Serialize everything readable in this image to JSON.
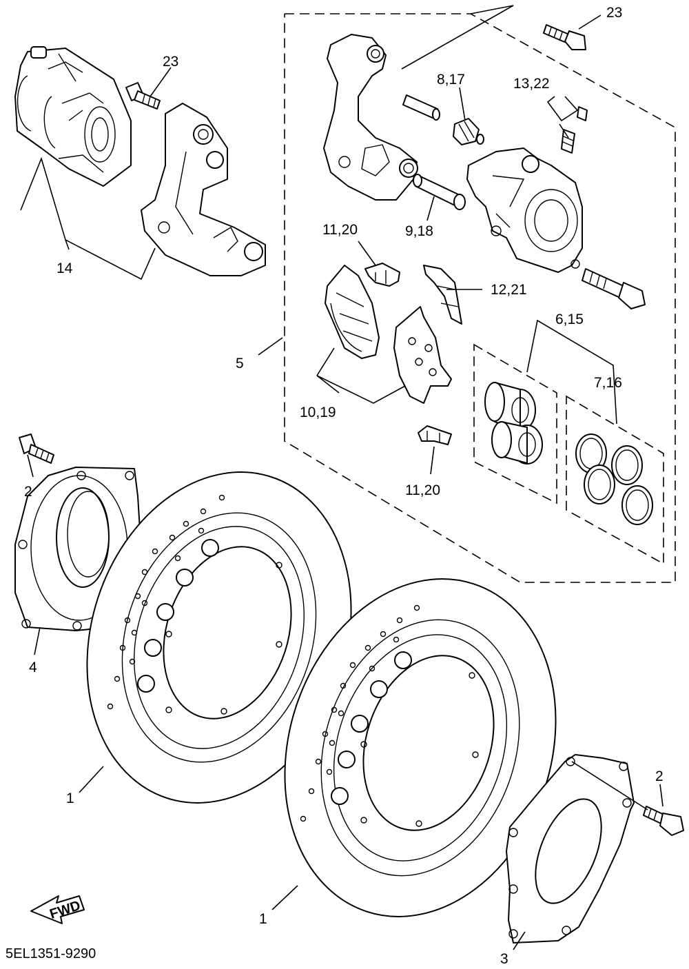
{
  "diagram": {
    "drawing_code": "5EL1351-9290",
    "fwd_label": "FWD",
    "callouts": {
      "disc_left": "1",
      "disc_right": "1",
      "bolt_left": "2",
      "bolt_right": "2",
      "cover_right": "3",
      "cover_left": "4",
      "caliper_kit": "5",
      "piston_kit": "6,15",
      "seal_kit": "7,16",
      "bleed_screw": "8,17",
      "pin": "9,18",
      "pad_kit": "10,19",
      "pad_clip_top": "11,20",
      "pad_clip_bottom": "11,20",
      "pad_spring": "12,21",
      "bleed_cap": "13,22",
      "caliper_assembly": "14",
      "bolt_upper_left": "23",
      "bolt_upper_right": "23"
    }
  }
}
